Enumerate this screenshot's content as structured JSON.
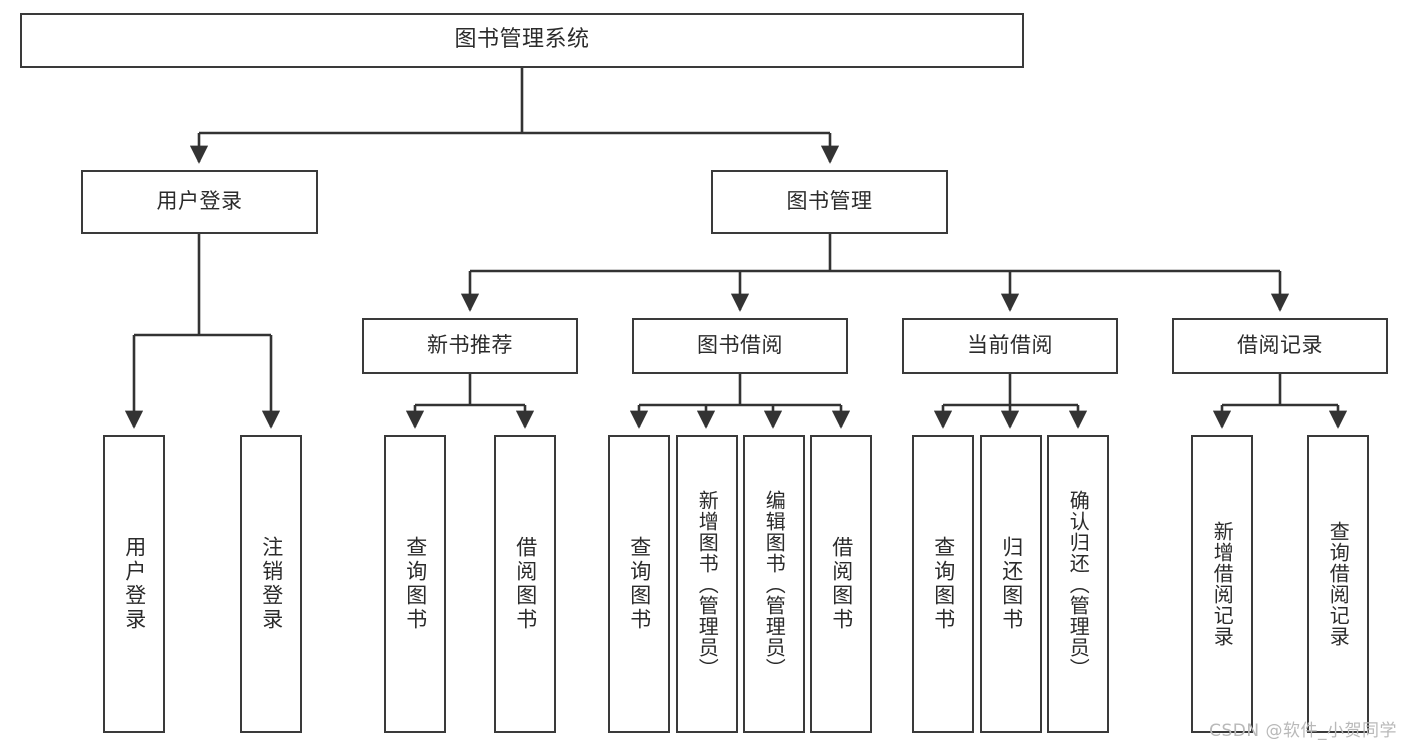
{
  "diagram": {
    "title": "图书管理系统",
    "type": "tree-hierarchy",
    "orientation": "top-down",
    "box_border_color": "#3a3a3a",
    "box_fill_color": "#ffffff",
    "connector_color": "#333333",
    "background_color": "#ffffff"
  },
  "watermark": {
    "text": "CSDN @软件_小贺同学",
    "color": "#b9b9b9"
  },
  "nodes": {
    "root": {
      "label": "图书管理系统"
    },
    "level1": [
      {
        "id": "user-login",
        "label": "用户登录"
      },
      {
        "id": "book-management",
        "label": "图书管理"
      }
    ],
    "level2": [
      {
        "id": "new-book-recommend",
        "label": "新书推荐"
      },
      {
        "id": "book-borrow",
        "label": "图书借阅"
      },
      {
        "id": "current-borrow",
        "label": "当前借阅"
      },
      {
        "id": "borrow-record",
        "label": "借阅记录"
      }
    ],
    "leaves": {
      "user_login": [
        {
          "id": "leaf-user-login",
          "label": "用户登录"
        },
        {
          "id": "leaf-logout-login",
          "label": "注销登录"
        }
      ],
      "new_book_recommend": [
        {
          "id": "leaf-query-book-1",
          "label": "查询图书"
        },
        {
          "id": "leaf-borrow-book-1",
          "label": "借阅图书"
        }
      ],
      "book_borrow": [
        {
          "id": "leaf-query-book-2",
          "label": "查询图书"
        },
        {
          "id": "leaf-add-book",
          "label": "新增图书（管理员）"
        },
        {
          "id": "leaf-edit-book",
          "label": "编辑图书（管理员）"
        },
        {
          "id": "leaf-borrow-book-2",
          "label": "借阅图书"
        }
      ],
      "current_borrow": [
        {
          "id": "leaf-query-book-3",
          "label": "查询图书"
        },
        {
          "id": "leaf-return-book",
          "label": "归还图书"
        },
        {
          "id": "leaf-confirm-return",
          "label": "确认归还（管理员）"
        }
      ],
      "borrow_record": [
        {
          "id": "leaf-add-record",
          "label": "新增借阅记录"
        },
        {
          "id": "leaf-query-record",
          "label": "查询借阅记录"
        }
      ]
    }
  }
}
